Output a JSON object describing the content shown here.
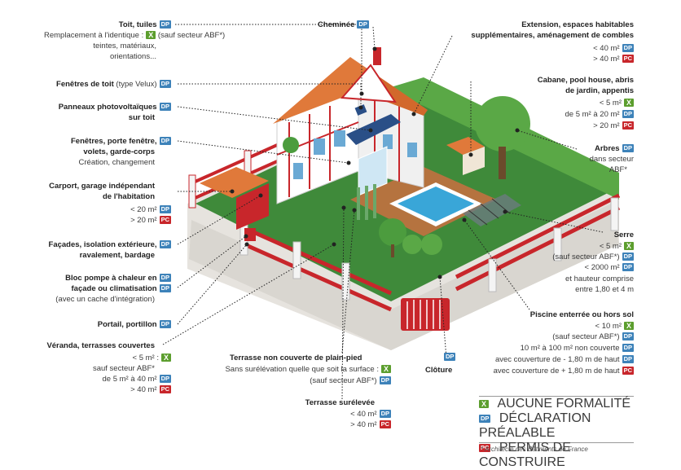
{
  "labels": {
    "toit": {
      "title": "Toit, tuiles",
      "l1a": "Remplacement à l'identique :",
      "l1b": "(sauf secteur ABF*)",
      "l2": "teintes, matériaux,",
      "l3": "orientations..."
    },
    "fenetres_toit": {
      "title": "Fenêtres de toit",
      "sub": "(type Velux)"
    },
    "panneaux": {
      "l1": "Panneaux photovoltaïques",
      "l2": "sur toit"
    },
    "fenetres": {
      "l1": "Fenêtres, porte fenêtre,",
      "l2": "volets, garde-corps",
      "l3": "Création, changement"
    },
    "carport": {
      "l1": "Carport, garage indépendant",
      "l2": "de l'habitation",
      "r1": "< 20 m²",
      "r2": "> 20 m²"
    },
    "facades": {
      "l1": "Façades, isolation extérieure,",
      "l2": "ravalement, bardage"
    },
    "pompe": {
      "l1": "Bloc pompe à chaleur en",
      "l2": "façade ou climatisation",
      "l3": "(avec un cache d'intégration)"
    },
    "portail": {
      "title": "Portail, portillon"
    },
    "veranda": {
      "title": "Véranda, terrasses couvertes",
      "r1": "< 5 m² :",
      "r2": "sauf secteur ABF*",
      "r3": "de 5 m² à 40 m²",
      "r4": "> 40 m²"
    },
    "cheminee": {
      "title": "Cheminée"
    },
    "extension": {
      "l1": "Extension, espaces habitables",
      "l2": "supplémentaires, aménagement de combles",
      "r1": "< 40 m²",
      "r2": "> 40 m²"
    },
    "cabane": {
      "l1": "Cabane, pool house, abris",
      "l2": "de jardin, appentis",
      "r1": "< 5 m²",
      "r2": "de 5 m² à 20 m²",
      "r3": "> 20 m²"
    },
    "arbres": {
      "title": "Arbres",
      "l2": "dans secteur",
      "l3": "ABF*"
    },
    "serre": {
      "title": "Serre",
      "r1": "< 5 m²",
      "r2": "(sauf secteur ABF*)",
      "r3": "< 2000 m²",
      "r4": "et hauteur comprise",
      "r5": "entre 1,80 et 4 m"
    },
    "piscine": {
      "title": "Piscine enterrée ou hors sol",
      "r1": "< 10 m²",
      "r2": "(sauf secteur ABF*)",
      "r3": "10 m² à 100 m² non couverte",
      "r4": "avec couverture de - 1,80 m de haut",
      "r5": "avec couverture de + 1,80 m de haut"
    },
    "terrasse": {
      "title": "Terrasse non couverte de plain-pied",
      "l2": "Sans surélévation quelle que soit la surface :",
      "l3": "(sauf secteur ABF*)"
    },
    "terrasse_sur": {
      "title": "Terrasse surélevée",
      "r1": "< 40 m²",
      "r2": "> 40 m²"
    },
    "cloture": {
      "title": "Clôture"
    }
  },
  "tags": {
    "dp": "DP",
    "pc": "PC",
    "x": "X"
  },
  "legend": {
    "aucune": "AUCUNE FORMALITÉ",
    "declaration": "DÉCLARATION PRÉALABLE",
    "permis": "PERMIS DE CONSTRUIRE"
  },
  "footnote": "* Architecte des Bâtiments de France",
  "colors": {
    "dp": "#3d82b9",
    "pc": "#c8262b",
    "x": "#5c9e2e",
    "lawn": "#3f8a3a",
    "roof": "#e0793a"
  }
}
